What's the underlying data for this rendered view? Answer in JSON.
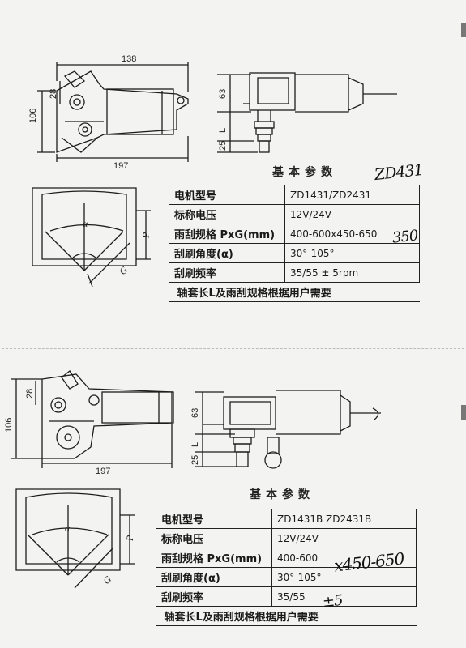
{
  "sections": [
    {
      "dims": {
        "width_top": "138",
        "height_left": "106",
        "h28": "28",
        "width_bottom": "197",
        "side_h": "63",
        "side_l": "L",
        "side_25": "25"
      },
      "symbols": {
        "alpha": "α",
        "p": "P",
        "g": "G"
      },
      "caption": "基本参数",
      "table": [
        {
          "label": "电机型号",
          "value": "ZD1431/ZD2431"
        },
        {
          "label": "标称电压",
          "value": "12V/24V"
        },
        {
          "label": "雨刮规格 PxG(mm)",
          "value": "400-600x450-650"
        },
        {
          "label": "刮刷角度(α)",
          "value": "30°-105°"
        },
        {
          "label": "刮刷频率",
          "value": "35/55 ± 5rpm"
        }
      ],
      "note": "轴套长L及雨刮规格根据用户需要",
      "handwriting": [
        "ZD431",
        "350"
      ]
    },
    {
      "dims": {
        "width_top": "",
        "height_left": "106",
        "h28": "28",
        "width_bottom": "197",
        "side_h": "63",
        "side_l": "L",
        "side_25": "25"
      },
      "symbols": {
        "alpha": "α",
        "p": "P",
        "g": "G"
      },
      "caption": "基本参数",
      "table": [
        {
          "label": "电机型号",
          "value": "ZD1431B ZD2431B"
        },
        {
          "label": "标称电压",
          "value": "12V/24V"
        },
        {
          "label": "雨刮规格 PxG(mm)",
          "value": "400-600"
        },
        {
          "label": "刮刷角度(α)",
          "value": "30°-105°"
        },
        {
          "label": "刮刷频率",
          "value": "35/55"
        }
      ],
      "note": "轴套长L及雨刮规格根据用户需要",
      "handwriting": [
        "x450-650",
        "±5"
      ]
    }
  ]
}
